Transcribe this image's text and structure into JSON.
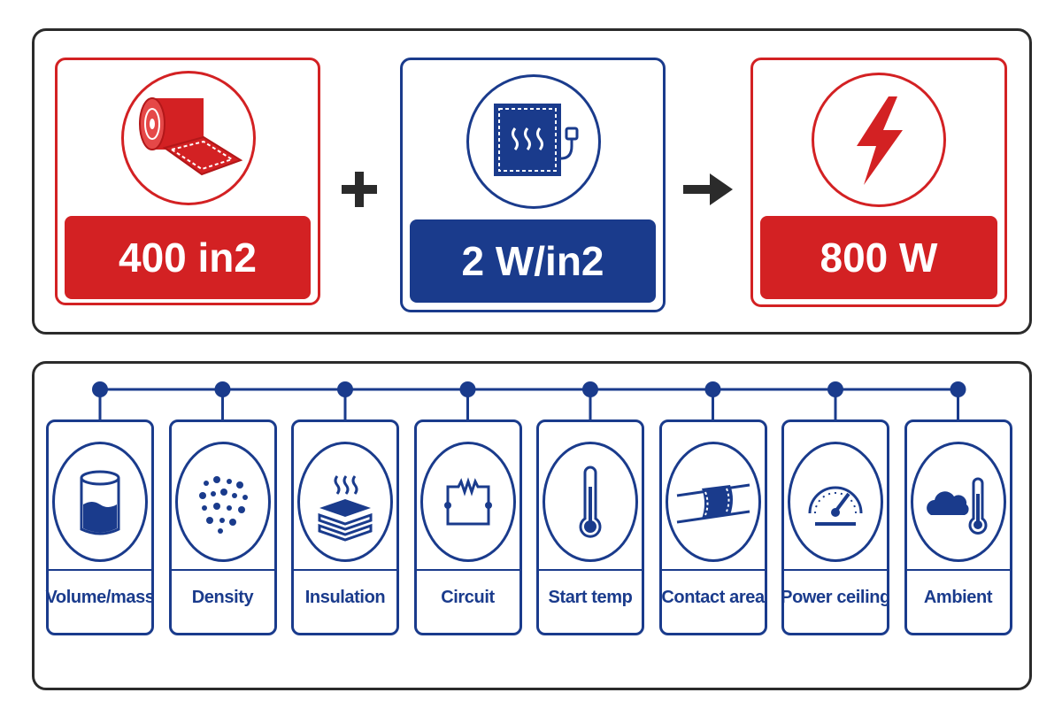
{
  "equation": {
    "area": {
      "value": "400 in2",
      "icon": "fabric-roll-icon",
      "color": "#d32123"
    },
    "operator_plus": "plus-icon",
    "density": {
      "value": "2 W/in2",
      "icon": "heating-pad-icon",
      "color": "#1a3b8c"
    },
    "operator_result": "arrow-right-icon",
    "power": {
      "value": "800 W",
      "icon": "lightning-bolt-icon",
      "color": "#d32123"
    }
  },
  "factors": [
    {
      "label": "Volume/mass",
      "icon": "liquid-container-icon"
    },
    {
      "label": "Density",
      "icon": "particles-icon"
    },
    {
      "label": "Insulation",
      "icon": "insulation-layers-icon"
    },
    {
      "label": "Circuit",
      "icon": "circuit-icon"
    },
    {
      "label": "Start temp",
      "icon": "thermometer-icon"
    },
    {
      "label": "Contact area",
      "icon": "pipe-wrap-icon"
    },
    {
      "label": "Power ceiling",
      "icon": "gauge-icon"
    },
    {
      "label": "Ambient",
      "icon": "cloud-thermometer-icon"
    }
  ],
  "colors": {
    "red": "#d32123",
    "blue": "#1a3b8c",
    "outline": "#2b2b2b"
  }
}
